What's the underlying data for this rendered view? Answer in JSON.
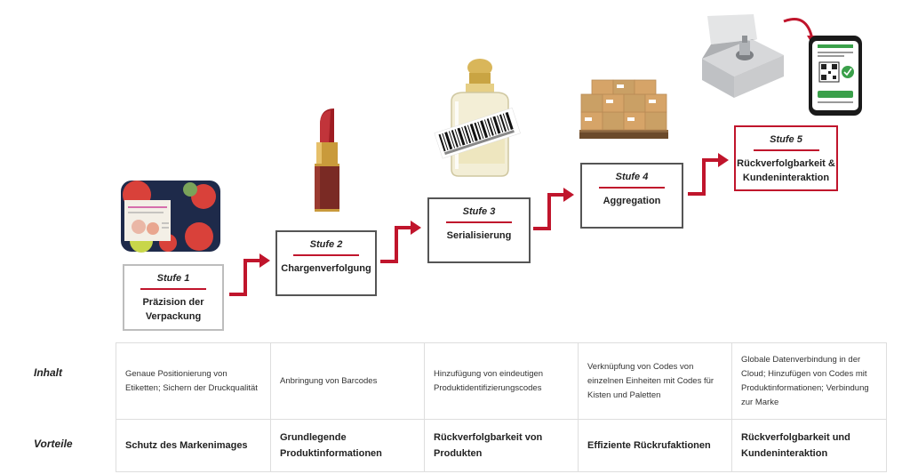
{
  "stages": [
    {
      "title": "Stufe 1",
      "label": "Präzision der Verpackung"
    },
    {
      "title": "Stufe 2",
      "label": "Chargenverfolgung"
    },
    {
      "title": "Stufe 3",
      "label": "Serialisierung"
    },
    {
      "title": "Stufe 4",
      "label": "Aggregation"
    },
    {
      "title": "Stufe 5",
      "label": "Rückverfolgbarkeit & Kundeninteraktion"
    }
  ],
  "table": {
    "inhalt_header": "Inhalt",
    "vorteile_header": "Vorteile",
    "inhalt": [
      "Genaue Positionierung von Etiketten; Sichern der Druckqualität",
      "Anbringung von Barcodes",
      "Hinzufügung von eindeutigen Produktidentifizierungscodes",
      "Verknüpfung von Codes von einzelnen Einheiten mit Codes für Kisten und Paletten",
      "Globale Datenverbindung in der Cloud; Hinzufügen von Codes mit Produktinformationen; Verbindung zur Marke"
    ],
    "vorteile": [
      "Schutz des Markenimages",
      "Grundlegende Produktinformationen",
      "Rückverfolgbarkeit von Produkten",
      "Effiziente Rückrufaktionen",
      "Rückverfolgbarkeit und Kundeninteraktion"
    ]
  },
  "product_images": [
    "cosmetic-tin-image",
    "lipstick-image",
    "perfume-barcode-image",
    "cardboard-boxes-pallet-image",
    "gift-box-phone-image"
  ],
  "colors": {
    "accent": "#c0152c",
    "border": "#555555",
    "border_light": "#bdbdbd"
  }
}
